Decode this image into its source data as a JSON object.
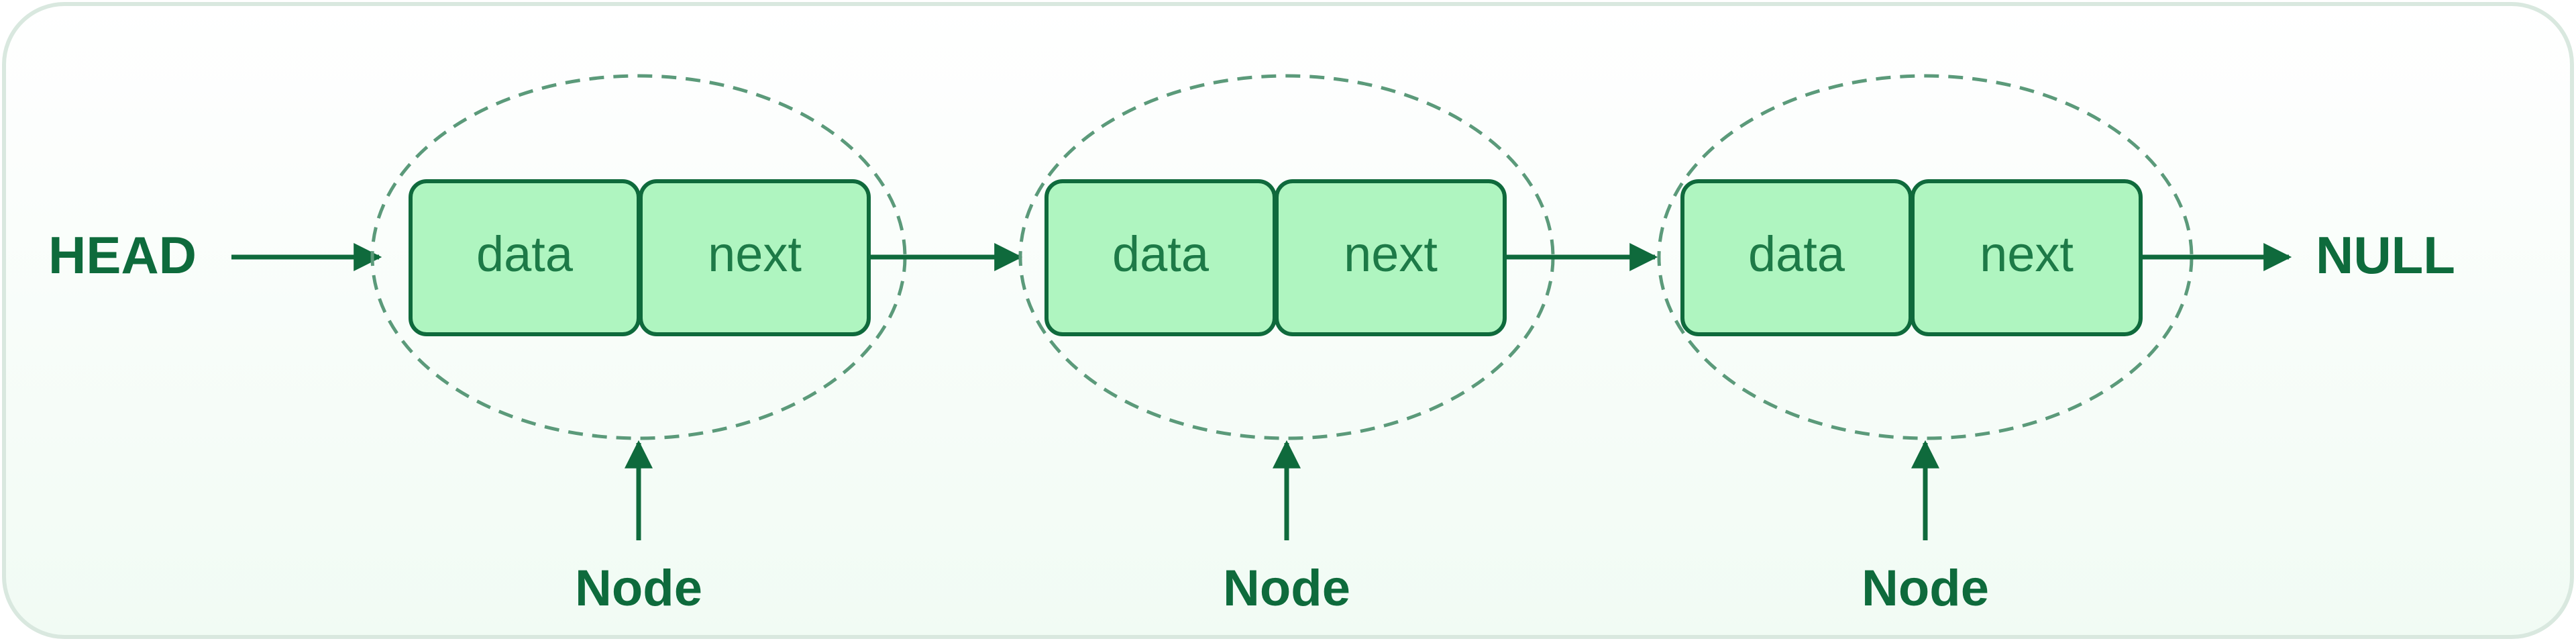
{
  "head_label": "HEAD",
  "null_label": "NULL",
  "nodes": [
    {
      "data_label": "data",
      "next_label": "next",
      "caption": "Node"
    },
    {
      "data_label": "data",
      "next_label": "next",
      "caption": "Node"
    },
    {
      "data_label": "data",
      "next_label": "next",
      "caption": "Node"
    }
  ],
  "colors": {
    "frame_stroke": "#d9e8df",
    "frame_fill_top": "#ffffff",
    "frame_fill_bottom": "#f1fbf4",
    "cell_fill": "#aff5c0",
    "cell_stroke": "#0f6a3c",
    "ellipse_stroke": "#5b9a7a",
    "arrow": "#0f6a3c",
    "text_label": "#0e6b3c",
    "text_cell": "#1d7a47"
  }
}
